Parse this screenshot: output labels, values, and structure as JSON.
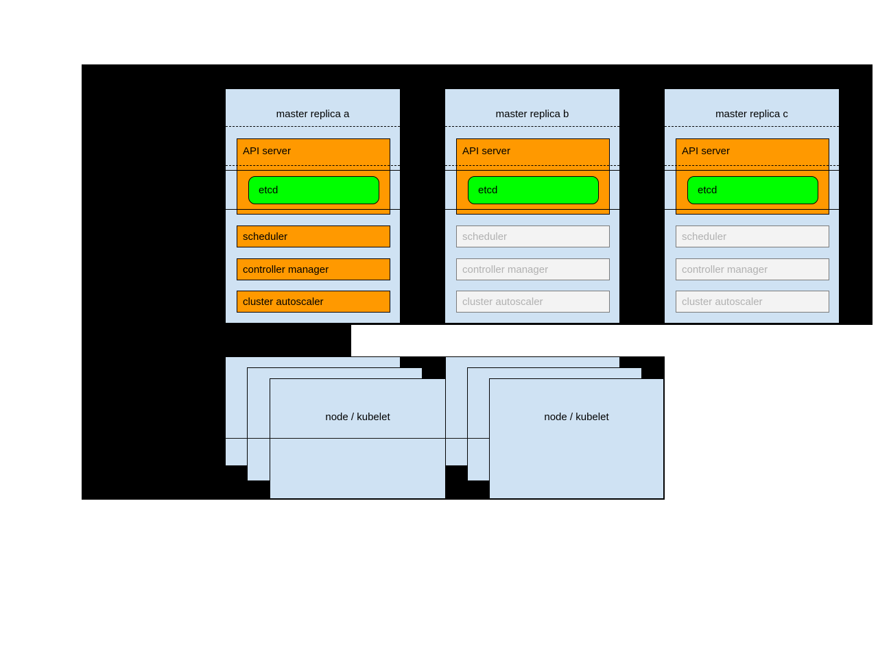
{
  "diagram": {
    "masters": [
      {
        "title": "master replica a",
        "state": "active",
        "components": {
          "api_server": "API server",
          "etcd": "etcd",
          "scheduler": "scheduler",
          "controller_manager": "controller manager",
          "cluster_autoscaler": "cluster autoscaler"
        }
      },
      {
        "title": "master replica b",
        "state": "standby",
        "components": {
          "api_server": "API server",
          "etcd": "etcd",
          "scheduler": "scheduler",
          "controller_manager": "controller manager",
          "cluster_autoscaler": "cluster autoscaler"
        }
      },
      {
        "title": "master replica c",
        "state": "standby",
        "components": {
          "api_server": "API server",
          "etcd": "etcd",
          "scheduler": "scheduler",
          "controller_manager": "controller manager",
          "cluster_autoscaler": "cluster autoscaler"
        }
      }
    ],
    "nodes": [
      {
        "label": "node / kubelet"
      },
      {
        "label": "node / kubelet"
      }
    ],
    "colors": {
      "background": "#000000",
      "panel_blue": "#cfe2f3",
      "active_orange": "#ff9900",
      "etcd_green": "#00ff00",
      "inactive_bg": "#f3f3f3",
      "inactive_border": "#7a7a7a",
      "inactive_text": "#b1b1b1"
    }
  }
}
